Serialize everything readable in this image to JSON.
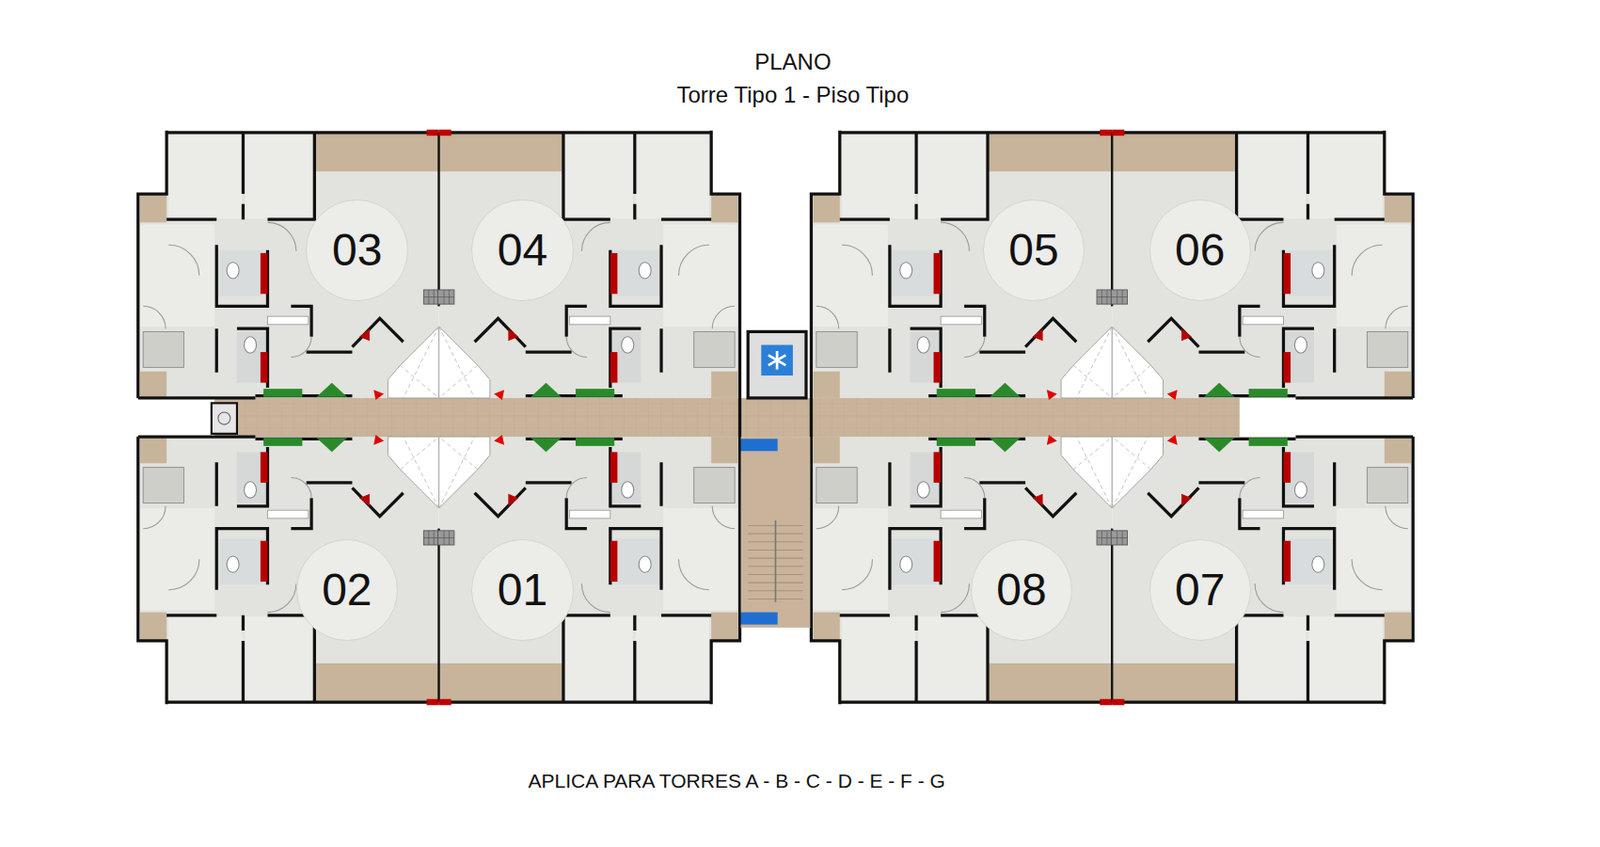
{
  "diagram": {
    "title": "PLANO",
    "caption": "APLICA PARA TORRES A - B - C - D - E - F - G",
    "nodes": [
      {
        "text": [
          "03"
        ]
      },
      {
        "text": [
          "04"
        ]
      },
      {
        "text": [
          "05"
        ]
      },
      {
        "text": [
          "06"
        ]
      },
      {
        "text": [
          "02"
        ]
      },
      {
        "text": [
          "01"
        ]
      },
      {
        "text": [
          "08"
        ]
      },
      {
        "text": [
          "07"
        ]
      }
    ],
    "edges": [],
    "labels": [
      "Torre Tipo 1 - Piso Tipo"
    ]
  }
}
